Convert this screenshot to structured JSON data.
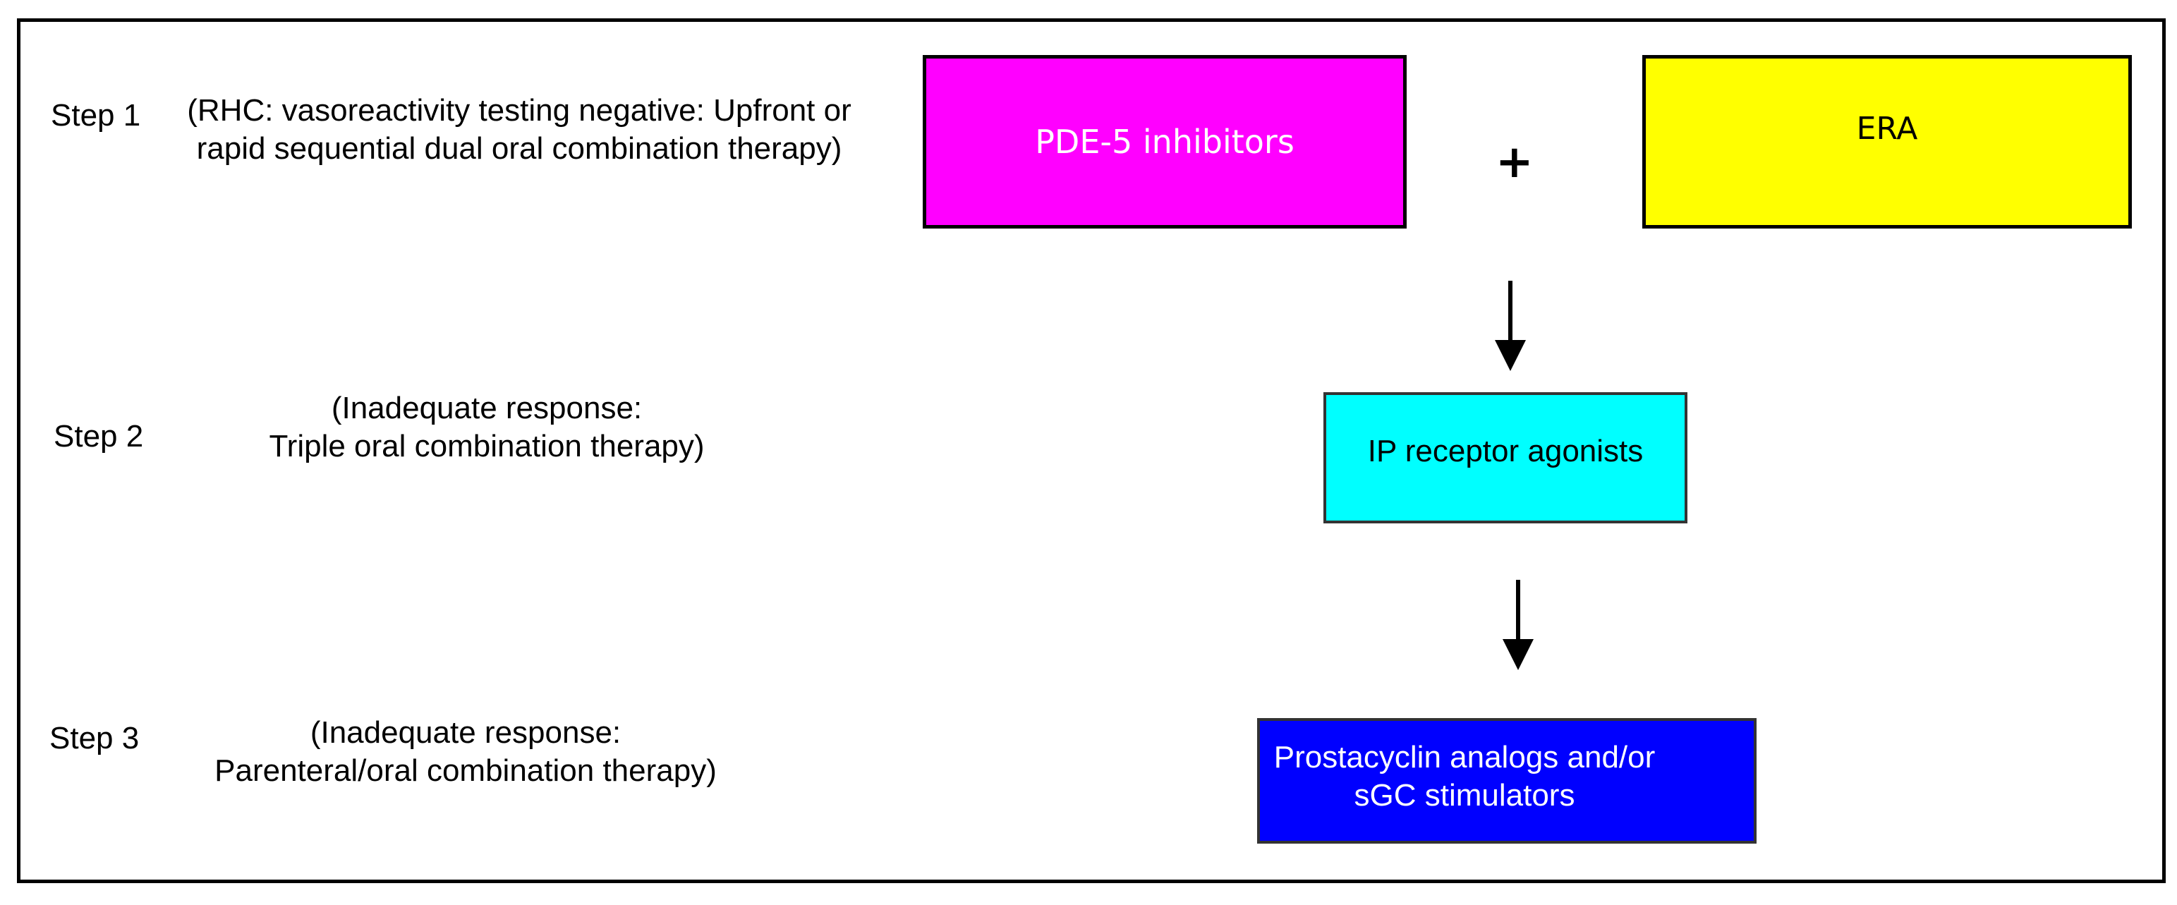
{
  "steps": [
    {
      "label": "Step 1",
      "description": [
        "(RHC: vasoreactivity testing negative: Upfront or",
        "rapid sequential dual oral combination therapy)"
      ]
    },
    {
      "label": "Step 2",
      "description": [
        "(Inadequate response:",
        "Triple  oral combination therapy)"
      ]
    },
    {
      "label": "Step 3",
      "description": [
        "(Inadequate response:",
        "Parenteral/oral combination therapy)"
      ]
    }
  ],
  "boxes": {
    "pde5": {
      "label": "PDE-5 inhibitors",
      "color": "#ff00ff"
    },
    "era": {
      "label": "ERA",
      "color": "#ffff00"
    },
    "ip_receptor": {
      "label": "IP receptor agonists",
      "color": "#00ffff"
    },
    "prostacyclin": {
      "lines": [
        "Prostacyclin analogs and/or",
        "sGC stimulators"
      ],
      "color": "#0000ff"
    }
  },
  "connectors": {
    "plus_symbol": "+"
  },
  "colors": {
    "frame": "#000000",
    "arrow": "#000000"
  }
}
